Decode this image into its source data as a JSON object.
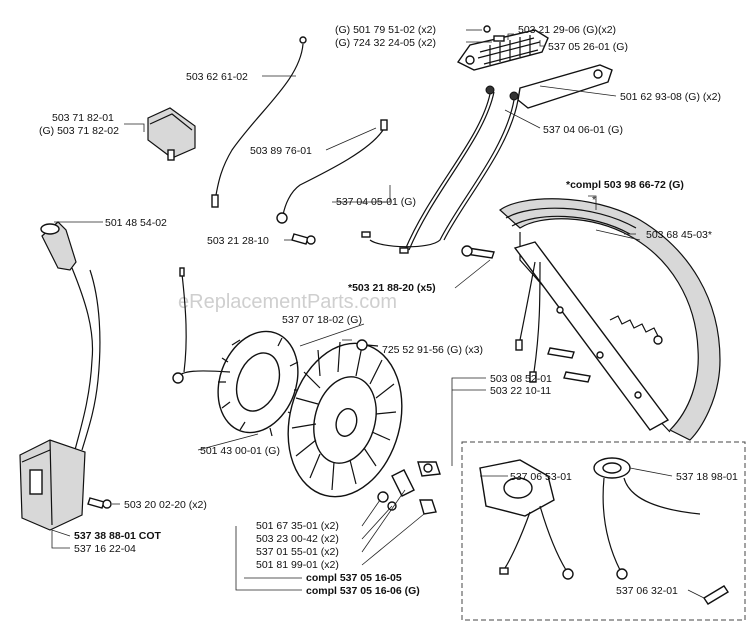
{
  "watermark": "eReplacementParts.com",
  "labels": {
    "p1a": "(G) 501 79 51-02 (x2)",
    "p1b": "(G) 724 32 24-05 (x2)",
    "p2": "503 21 29-06 (G)(x2)",
    "p3": "537 05 26-01 (G)",
    "p4": "501 62 93-08 (G) (x2)",
    "p5": "537 04 06-01 (G)",
    "p6": "503 62 61-02",
    "p7a": "503 71 82-01",
    "p7b": "(G) 503 71 82-02",
    "p8": "503 89 76-01",
    "p9": "537 04 05-01 (G)",
    "p10": "503 21 28-10",
    "p11": "501 48 54-02",
    "p12": "*compl 503 98 66-72 (G)",
    "p12s": "*",
    "p13": "503 68 45-03*",
    "p14": "*503 21 88-20 (x5)",
    "p15": "537 07 18-02 (G)",
    "p16": "725 52 91-56 (G) (x3)",
    "p17a": "503 08 52-01",
    "p17b": "503 22 10-11",
    "p18": "501 43 00-01 (G)",
    "p19": "503 20 02-20 (x2)",
    "p20a": "537 38 88-01 COT",
    "p20b": "537 16 22-04",
    "p21a": "501 67 35-01 (x2)",
    "p21b": "503 23 00-42 (x2)",
    "p21c": "537 01 55-01 (x2)",
    "p21d": "501 81 99-01 (x2)",
    "p22a": "compl 537 05 16-05",
    "p22b": "compl 537 05 16-06 (G)",
    "p23": "537 06 53-01",
    "p24": "537 18 98-01",
    "p25": "537 06 32-01"
  }
}
